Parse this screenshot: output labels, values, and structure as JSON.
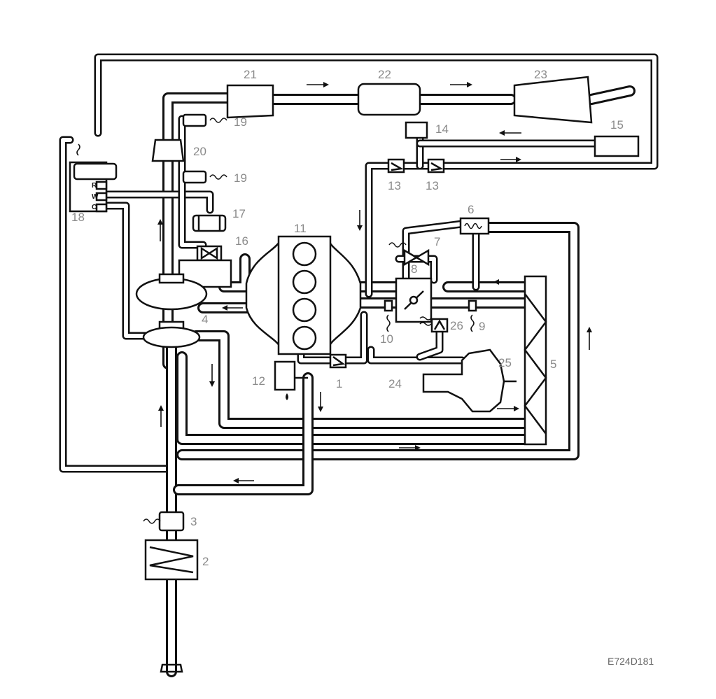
{
  "diagram": {
    "reference_code": "E724D181",
    "callouts": {
      "c1": "1",
      "c2": "2",
      "c3": "3",
      "c4": "4",
      "c5": "5",
      "c6": "6",
      "c7": "7",
      "c8": "8",
      "c9": "9",
      "c10": "10",
      "c11": "11",
      "c12": "12",
      "c13a": "13",
      "c13b": "13",
      "c14": "14",
      "c15": "15",
      "c16": "16",
      "c17": "17",
      "c18": "18",
      "c19a": "19",
      "c19b": "19",
      "c20": "20",
      "c21": "21",
      "c22": "22",
      "c23": "23",
      "c24": "24",
      "c25": "25",
      "c26": "26"
    },
    "port_labels": {
      "r": "R",
      "w": "W",
      "c": "C"
    }
  }
}
